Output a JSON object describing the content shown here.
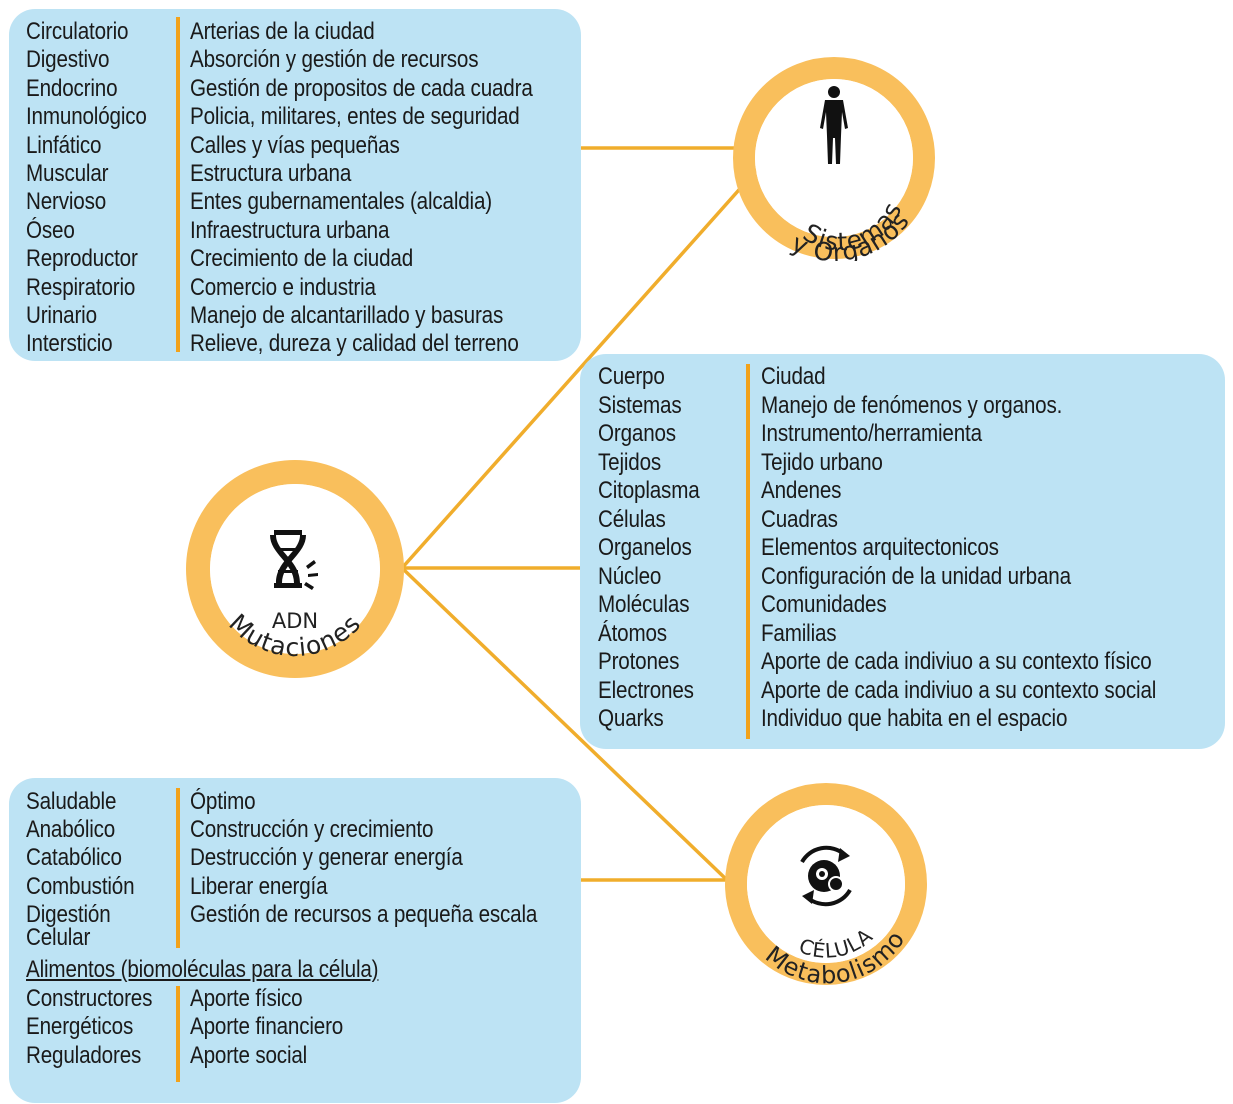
{
  "colors": {
    "box_bg": "#bde3f4",
    "ring": "#f9bf5c",
    "divider": "#f2a21a",
    "connector": "#f0ad2c",
    "text": "#1a1a1a"
  },
  "nodes": {
    "adn": {
      "inner_label": "ADN",
      "arc_label": "Mutaciones",
      "icon": "dna-icon"
    },
    "sistemas": {
      "arc_label_top": "Sistemas",
      "arc_label_bottom": "y Organos",
      "icon": "human-body-icon"
    },
    "celula": {
      "inner_label": "CÉLULA",
      "arc_label": "Metabolismo",
      "icon": "cell-cycle-icon"
    }
  },
  "sistemas_table": {
    "rows": [
      {
        "term": "Circulatorio",
        "meaning": "Arterias de la ciudad"
      },
      {
        "term": "Digestivo",
        "meaning": "Absorción y gestión de recursos"
      },
      {
        "term": "Endocrino",
        "meaning": "Gestión de propositos de cada cuadra"
      },
      {
        "term": "Inmunológico",
        "meaning": "Policia, militares, entes de seguridad"
      },
      {
        "term": "Linfático",
        "meaning": "Calles y vías pequeñas"
      },
      {
        "term": "Muscular",
        "meaning": "Estructura urbana"
      },
      {
        "term": "Nervioso",
        "meaning": "Entes gubernamentales (alcaldia)"
      },
      {
        "term": "Óseo",
        "meaning": "Infraestructura urbana"
      },
      {
        "term": "Reproductor",
        "meaning": "Crecimiento de la ciudad"
      },
      {
        "term": "Respiratorio",
        "meaning": "Comercio e industria"
      },
      {
        "term": "Urinario",
        "meaning": "Manejo de alcantarillado y basuras"
      },
      {
        "term": "Intersticio",
        "meaning": "Relieve, dureza y calidad del terreno"
      }
    ]
  },
  "escala_table": {
    "rows": [
      {
        "term": "Cuerpo",
        "meaning": "Ciudad"
      },
      {
        "term": "Sistemas",
        "meaning": "Manejo de fenómenos y organos."
      },
      {
        "term": "Organos",
        "meaning": "Instrumento/herramienta"
      },
      {
        "term": "Tejidos",
        "meaning": "Tejido urbano"
      },
      {
        "term": "Citoplasma",
        "meaning": "Andenes"
      },
      {
        "term": "Células",
        "meaning": "Cuadras"
      },
      {
        "term": "Organelos",
        "meaning": "Elementos arquitectonicos"
      },
      {
        "term": "Núcleo",
        "meaning": "Configuración de la unidad urbana"
      },
      {
        "term": "Moléculas",
        "meaning": "Comunidades"
      },
      {
        "term": "Átomos",
        "meaning": "Familias"
      },
      {
        "term": "Protones",
        "meaning": "Aporte de cada indiviuo a su contexto físico"
      },
      {
        "term": "Electrones",
        "meaning": "Aporte de cada indiviuo a su contexto social"
      },
      {
        "term": "Quarks",
        "meaning": "Individuo que habita en el espacio"
      }
    ]
  },
  "metabolismo_table": {
    "rows": [
      {
        "term": "Saludable",
        "meaning": "Óptimo"
      },
      {
        "term": "Anabólico",
        "meaning": "Construcción y crecimiento"
      },
      {
        "term": "Catabólico",
        "meaning": "Destrucción y generar energía"
      },
      {
        "term": "Combustión",
        "meaning": "Liberar energía"
      },
      {
        "term": "Digestión",
        "meaning": "Gestión de recursos a pequeña escala"
      }
    ],
    "term_continuation": "Celular",
    "section_heading": "Alimentos (biomoléculas para la célula)",
    "food_rows": [
      {
        "term": "Constructores",
        "meaning": "Aporte físico"
      },
      {
        "term": "Energéticos",
        "meaning": "Aporte financiero"
      },
      {
        "term": "Reguladores",
        "meaning": "Aporte social"
      }
    ]
  }
}
